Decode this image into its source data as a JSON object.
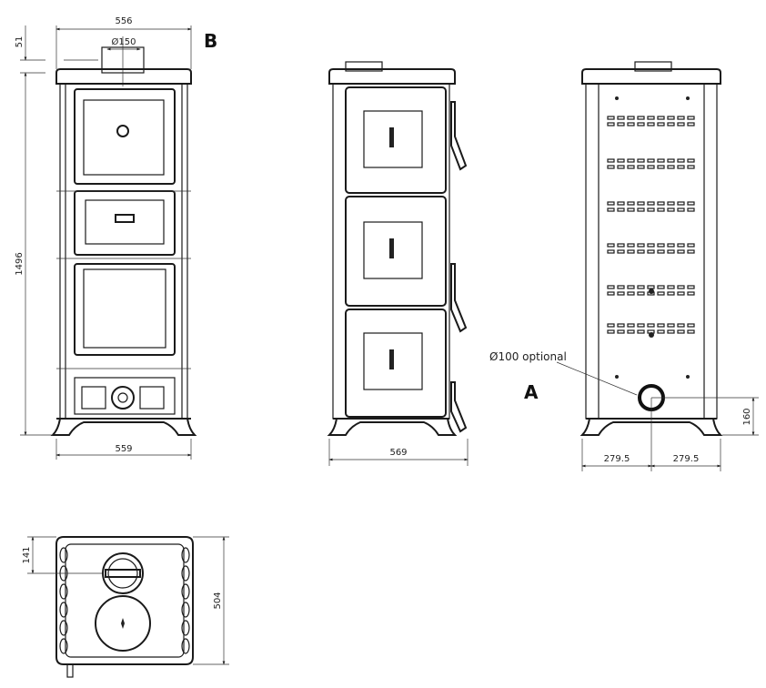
{
  "views": {
    "front": {
      "label": "B",
      "width_top": "556",
      "flue_diameter": "Ø150",
      "top_height": "51",
      "total_height": "1496",
      "width_base": "559"
    },
    "side": {
      "depth": "569"
    },
    "back": {
      "label": "A",
      "optional_outlet": "Ø100 optional",
      "outlet_height": "160",
      "half_width_left": "279.5",
      "half_width_right": "279.5"
    },
    "top": {
      "flue_offset": "141",
      "depth": "504"
    }
  }
}
